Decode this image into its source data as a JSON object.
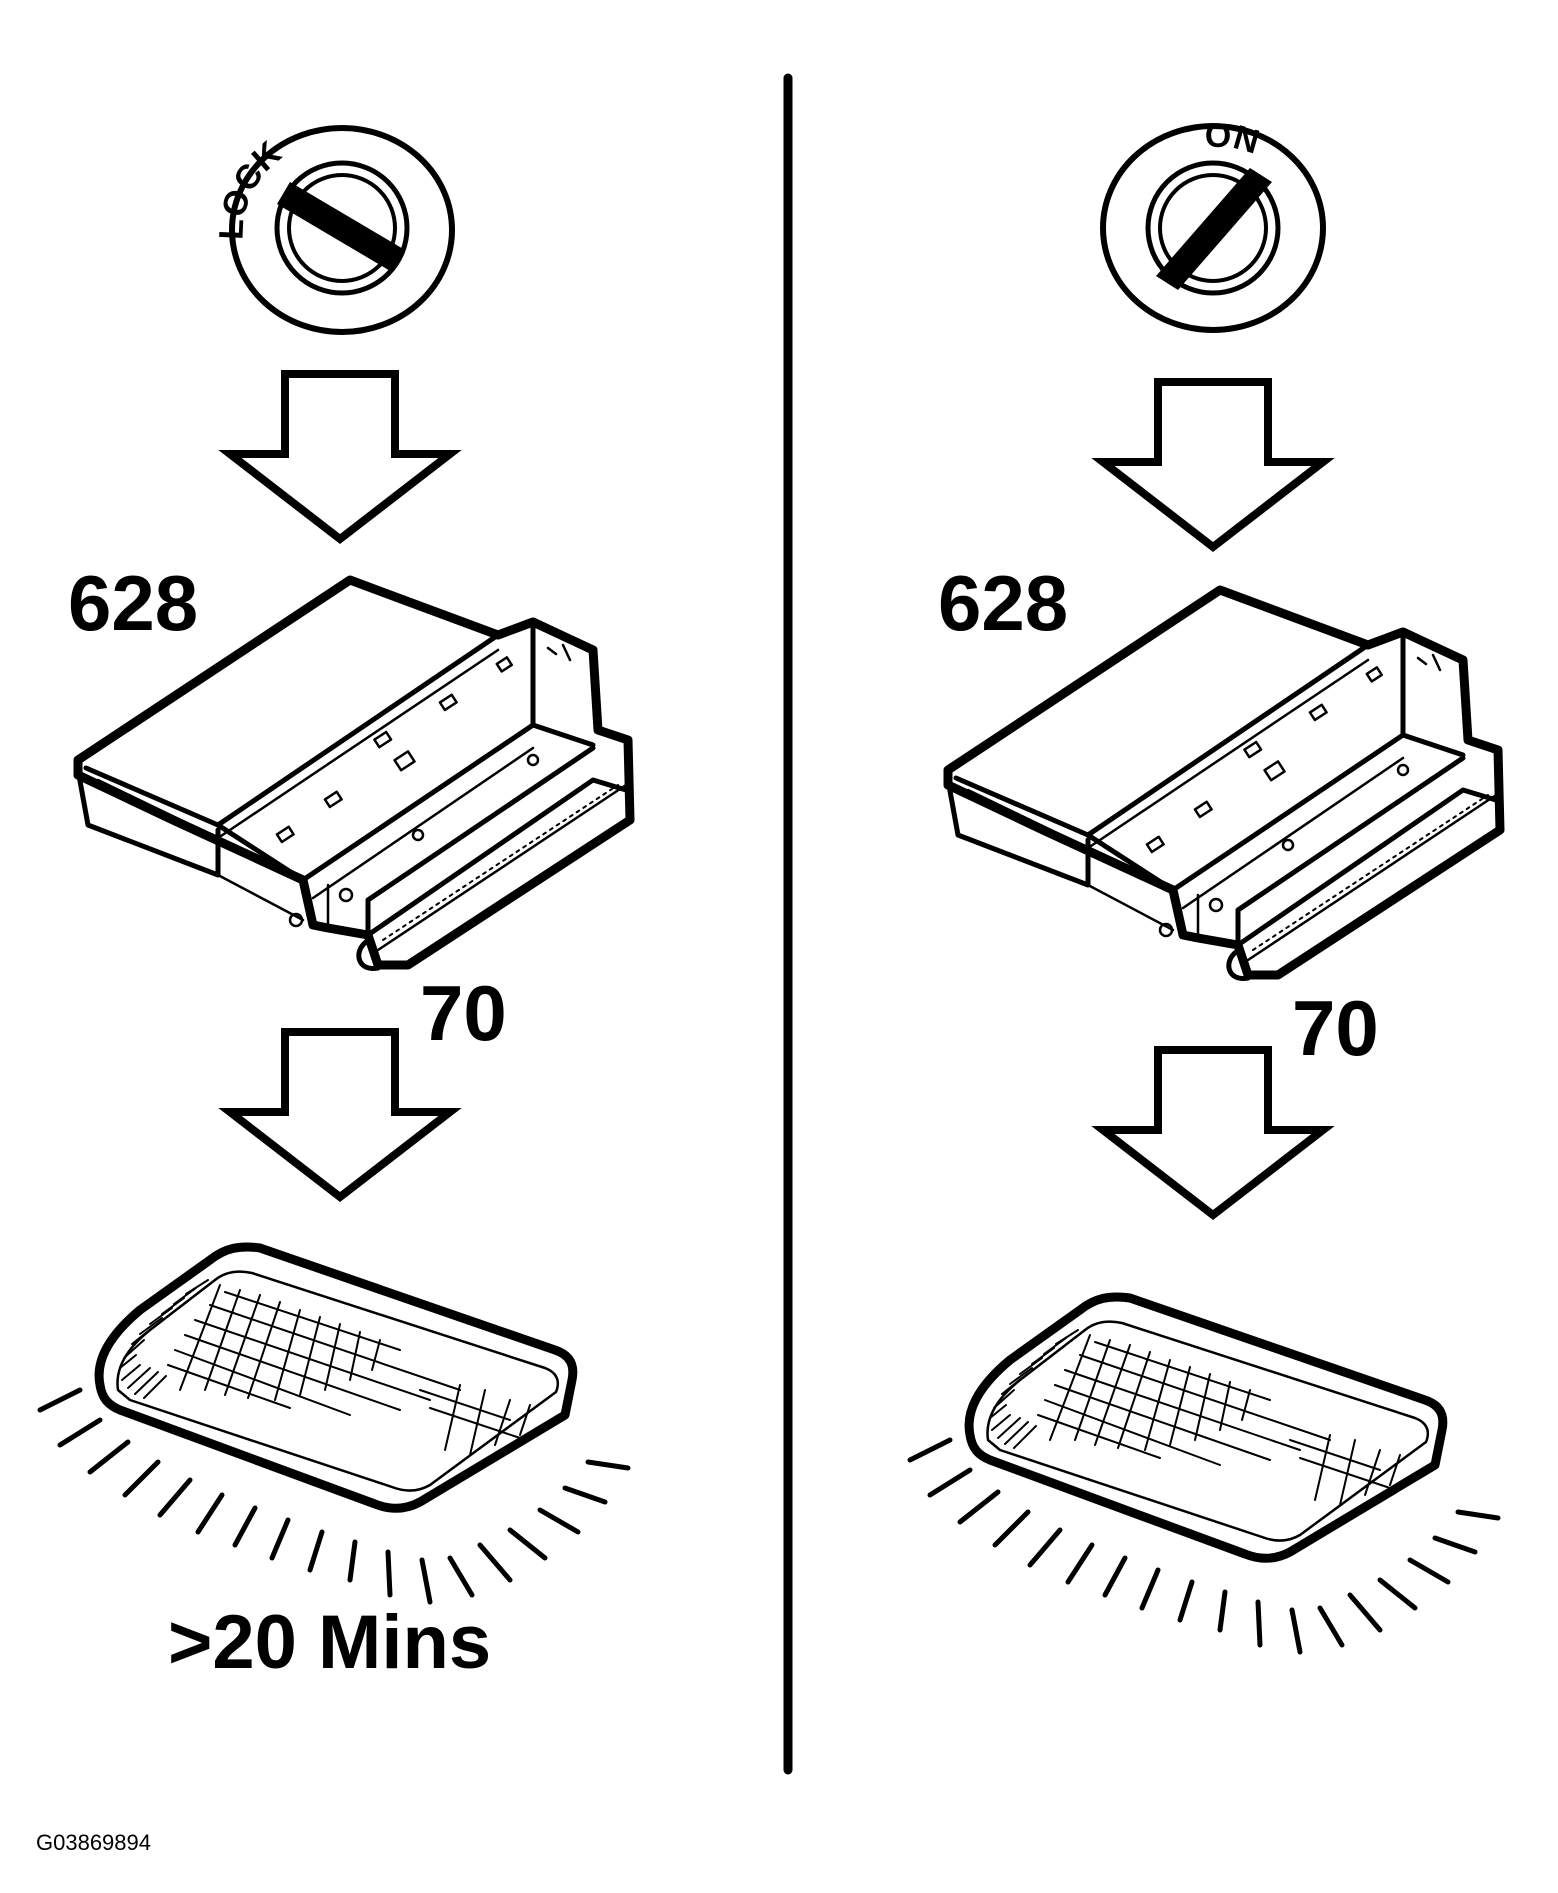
{
  "panels": [
    {
      "id": "left",
      "key_position": "LOCK",
      "module_label": "628",
      "connector_label": "70",
      "duration": ">20 Mins"
    },
    {
      "id": "right",
      "key_position": "ON",
      "module_label": "628",
      "connector_label": "70",
      "duration": ""
    }
  ],
  "figure_id": "G03869894",
  "colors": {
    "ink": "#000000",
    "paper": "#ffffff"
  }
}
